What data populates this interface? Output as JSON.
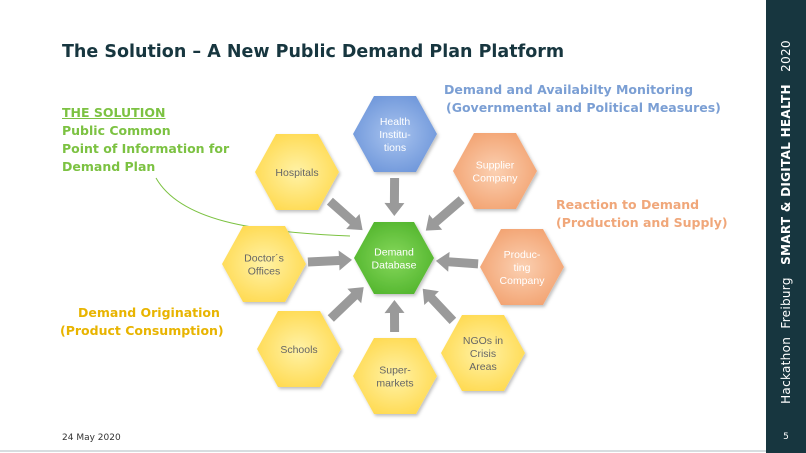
{
  "title": "The Solution – A New Public Demand Plan Platform",
  "solution": {
    "heading": "THE SOLUTION",
    "line1": "Public Common",
    "line2": "Point of Information for",
    "line3": "Demand Plan"
  },
  "monitoring": {
    "line1": "Demand and Availabilty Monitoring",
    "line2": "(Governmental and Political Measures)"
  },
  "reaction": {
    "line1": "Reaction to Demand",
    "line2": "(Production and Supply)"
  },
  "origination": {
    "line1": "Demand Origination",
    "line2": "(Product Consumption)"
  },
  "nodes": {
    "center": [
      "Demand",
      "Database"
    ],
    "health": [
      "Health",
      "Institu-",
      "tions"
    ],
    "supplier": [
      "Supplier",
      "Company"
    ],
    "producing": [
      "Produc-",
      "ting",
      "Company"
    ],
    "ngos": [
      "NGOs in",
      "Crisis",
      "Areas"
    ],
    "supermarkets": [
      "Super-",
      "markets"
    ],
    "schools": [
      "Schools"
    ],
    "doctors": [
      "Doctor´s",
      "Offices"
    ],
    "hospitals": [
      "Hospitals"
    ]
  },
  "colors": {
    "center": "#66c43a",
    "health": "#7ea3e0",
    "orange": "#f5b186",
    "yellow": "#ffe066",
    "arrow": "#9a9a9a",
    "title": "#17363f",
    "sidebar": "#17363f"
  },
  "footer": {
    "date": "24 May 2020",
    "page": "5"
  },
  "sidebar": {
    "hackathon": "Hackathon",
    "freiburg": "Freiburg",
    "brand": "SMART & DIGITAL HEALTH",
    "year": "2020"
  }
}
